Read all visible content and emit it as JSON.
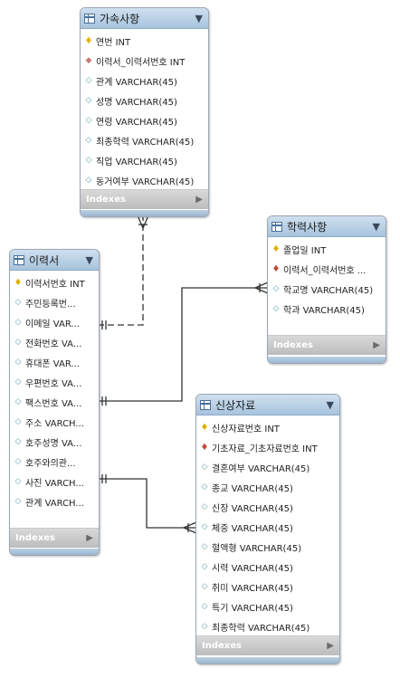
{
  "tables": {
    "family": {
      "title": "가속사항",
      "columns": [
        {
          "icon": "key",
          "text": "연번 INT"
        },
        {
          "icon": "fkd",
          "text": "이력서_이력서번호 INT"
        },
        {
          "icon": "col",
          "text": "관계 VARCHAR(45)"
        },
        {
          "icon": "col",
          "text": "성명 VARCHAR(45)"
        },
        {
          "icon": "col",
          "text": "연령 VARCHAR(45)"
        },
        {
          "icon": "col",
          "text": "최종학력 VARCHAR(45)"
        },
        {
          "icon": "col",
          "text": "직업 VARCHAR(45)"
        },
        {
          "icon": "col",
          "text": "동거여부 VARCHAR(45)"
        }
      ],
      "footer": "Indexes"
    },
    "resume": {
      "title": "이력서",
      "columns": [
        {
          "icon": "key",
          "text": "이력서번호 INT"
        },
        {
          "icon": "col",
          "text": "주민등록번..."
        },
        {
          "icon": "col",
          "text": "이메일 VAR..."
        },
        {
          "icon": "col",
          "text": "전화번호 VA..."
        },
        {
          "icon": "col",
          "text": "휴대폰 VAR..."
        },
        {
          "icon": "col",
          "text": "우편번호 VA..."
        },
        {
          "icon": "col",
          "text": "팩스번호 VA..."
        },
        {
          "icon": "col",
          "text": "주소 VARCH..."
        },
        {
          "icon": "col",
          "text": "호주성명 VA..."
        },
        {
          "icon": "col",
          "text": "호주와의관..."
        },
        {
          "icon": "col",
          "text": "사진 VARCH..."
        },
        {
          "icon": "col",
          "text": "관계 VARCH..."
        }
      ],
      "footer": "Indexes"
    },
    "education": {
      "title": "학력사항",
      "columns": [
        {
          "icon": "key",
          "text": "졸업일 INT"
        },
        {
          "icon": "fk",
          "text": "이력서_이력서번호 ..."
        },
        {
          "icon": "col",
          "text": "학교명 VARCHAR(45)"
        },
        {
          "icon": "col",
          "text": "학과 VARCHAR(45)"
        }
      ],
      "footer": "Indexes"
    },
    "personal": {
      "title": "신상자료",
      "columns": [
        {
          "icon": "key",
          "text": "신상자료번호 INT"
        },
        {
          "icon": "fk",
          "text": "기초자료_기초자료번호 INT"
        },
        {
          "icon": "col",
          "text": "결혼여부 VARCHAR(45)"
        },
        {
          "icon": "col",
          "text": "종교 VARCHAR(45)"
        },
        {
          "icon": "col",
          "text": "신장 VARCHAR(45)"
        },
        {
          "icon": "col",
          "text": "체중 VARCHAR(45)"
        },
        {
          "icon": "col",
          "text": "혈액형 VARCHAR(45)"
        },
        {
          "icon": "col",
          "text": "시력 VARCHAR(45)"
        },
        {
          "icon": "col",
          "text": "취미 VARCHAR(45)"
        },
        {
          "icon": "col",
          "text": "특기 VARCHAR(45)"
        },
        {
          "icon": "col",
          "text": "최종학력 VARCHAR(45)"
        }
      ],
      "footer": "Indexes"
    }
  },
  "icons": {
    "key": "key-icon",
    "fk": "foreign-key-icon",
    "fkd": "foreign-key-column-icon",
    "col": "column-icon",
    "table": "table-icon",
    "collapse": "collapse-arrow-icon",
    "expand": "expand-arrow-icon"
  },
  "relations": [
    {
      "from": "resume",
      "to": "family",
      "identifying": false
    },
    {
      "from": "resume",
      "to": "education",
      "identifying": true
    },
    {
      "from": "resume",
      "to": "personal",
      "identifying": true
    }
  ]
}
